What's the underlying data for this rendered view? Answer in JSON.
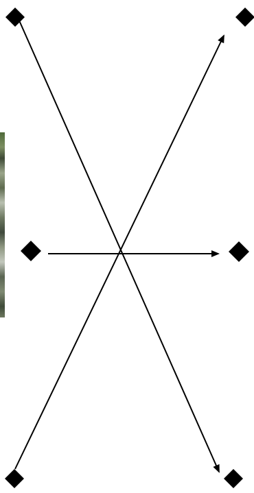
{
  "diagram": {
    "colors": {
      "background": "#ffffff",
      "ink": "#000000"
    },
    "markers": [
      {
        "name": "top-left-marker",
        "shape": "diamond"
      },
      {
        "name": "top-right-marker",
        "shape": "diamond"
      },
      {
        "name": "middle-left-marker",
        "shape": "diamond"
      },
      {
        "name": "middle-right-marker",
        "shape": "diamond"
      },
      {
        "name": "bottom-left-marker",
        "shape": "diamond"
      },
      {
        "name": "bottom-right-marker",
        "shape": "diamond"
      }
    ],
    "arrows": [
      {
        "name": "arrow-bottom-left-to-top-right",
        "from": "bottom-left",
        "to": "top-right",
        "head": "end"
      },
      {
        "name": "arrow-top-left-to-bottom-right",
        "from": "top-left",
        "to": "bottom-right",
        "head": "end"
      },
      {
        "name": "arrow-middle-left-to-middle-right",
        "from": "middle-left",
        "to": "middle-right",
        "head": "end"
      }
    ],
    "image_fragment": "photo-strip"
  }
}
